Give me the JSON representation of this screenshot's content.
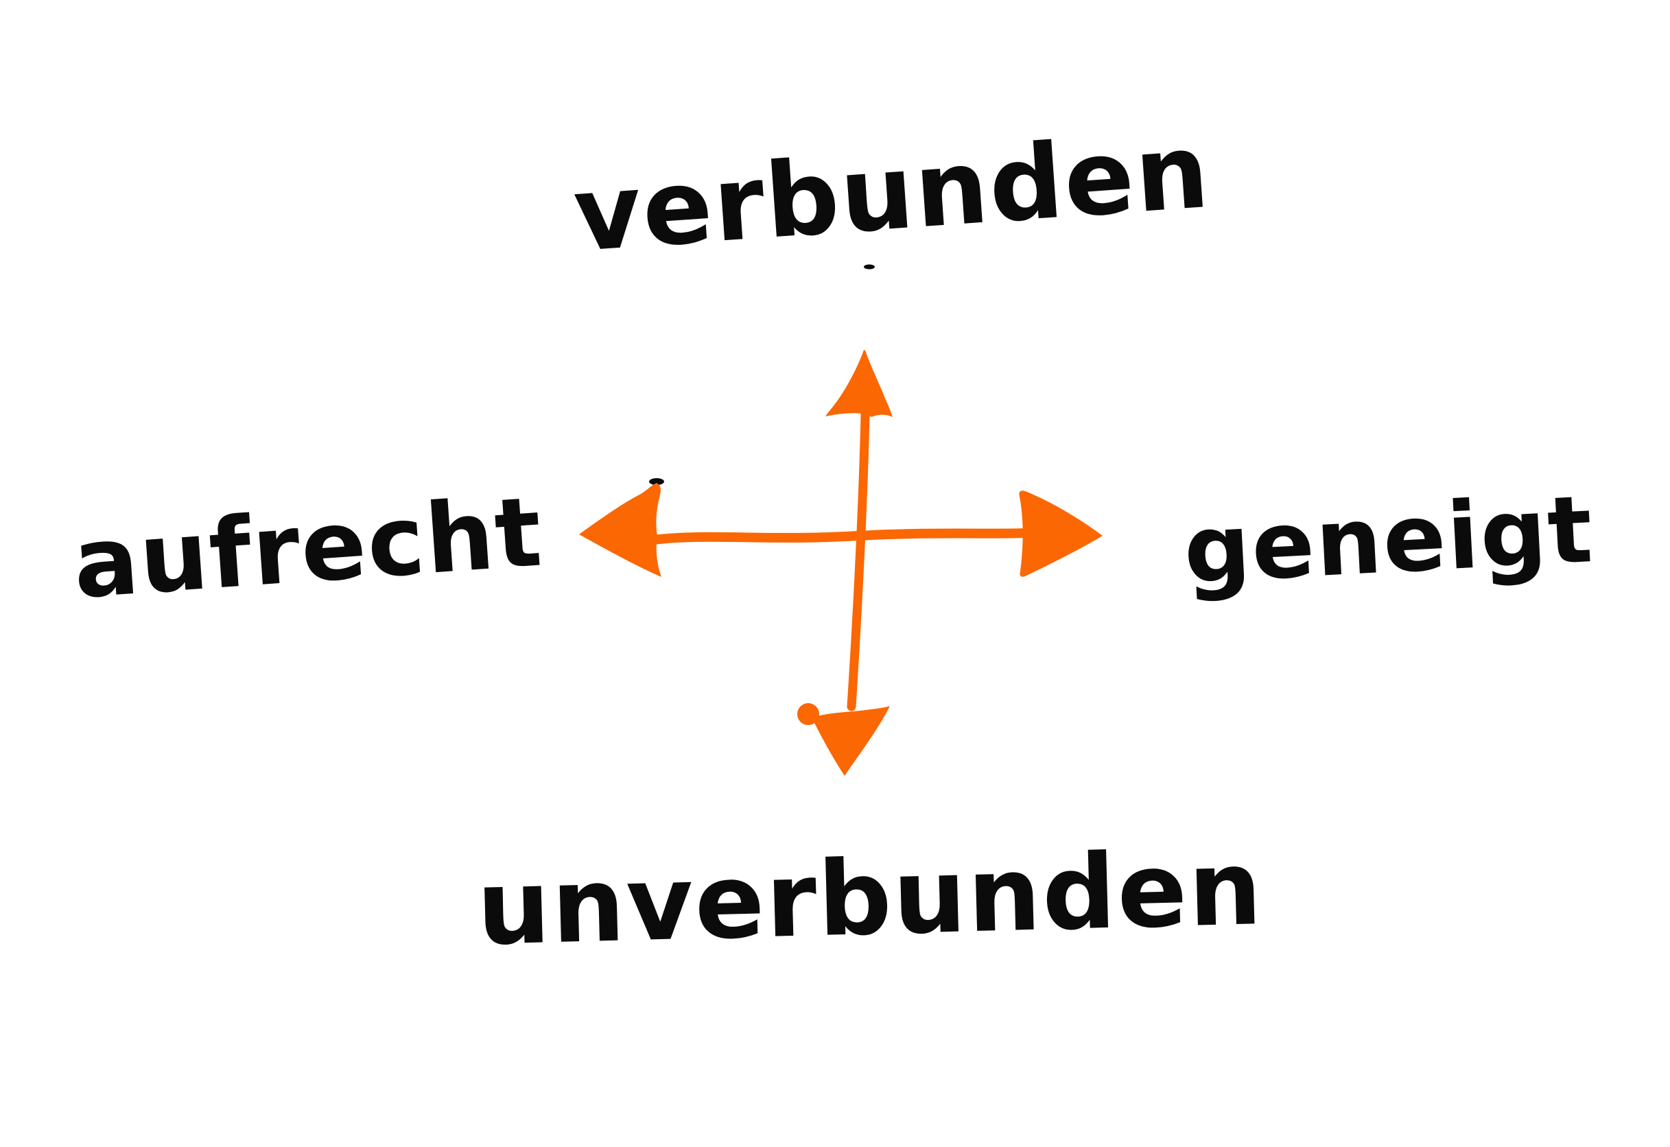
{
  "diagram": {
    "type": "four-direction-axis-cross",
    "axes": {
      "vertical": {
        "top_label": "verbunden",
        "bottom_label": "unverbunden"
      },
      "horizontal": {
        "left_label": "aufrecht",
        "right_label": "geneigt"
      }
    }
  },
  "icons": {
    "arrow_cross": "four-direction-arrows-icon"
  },
  "colors": {
    "arrow_orange": "#FB6703",
    "ink_black": "#0B0B0B",
    "background": "#FFFFFF"
  }
}
